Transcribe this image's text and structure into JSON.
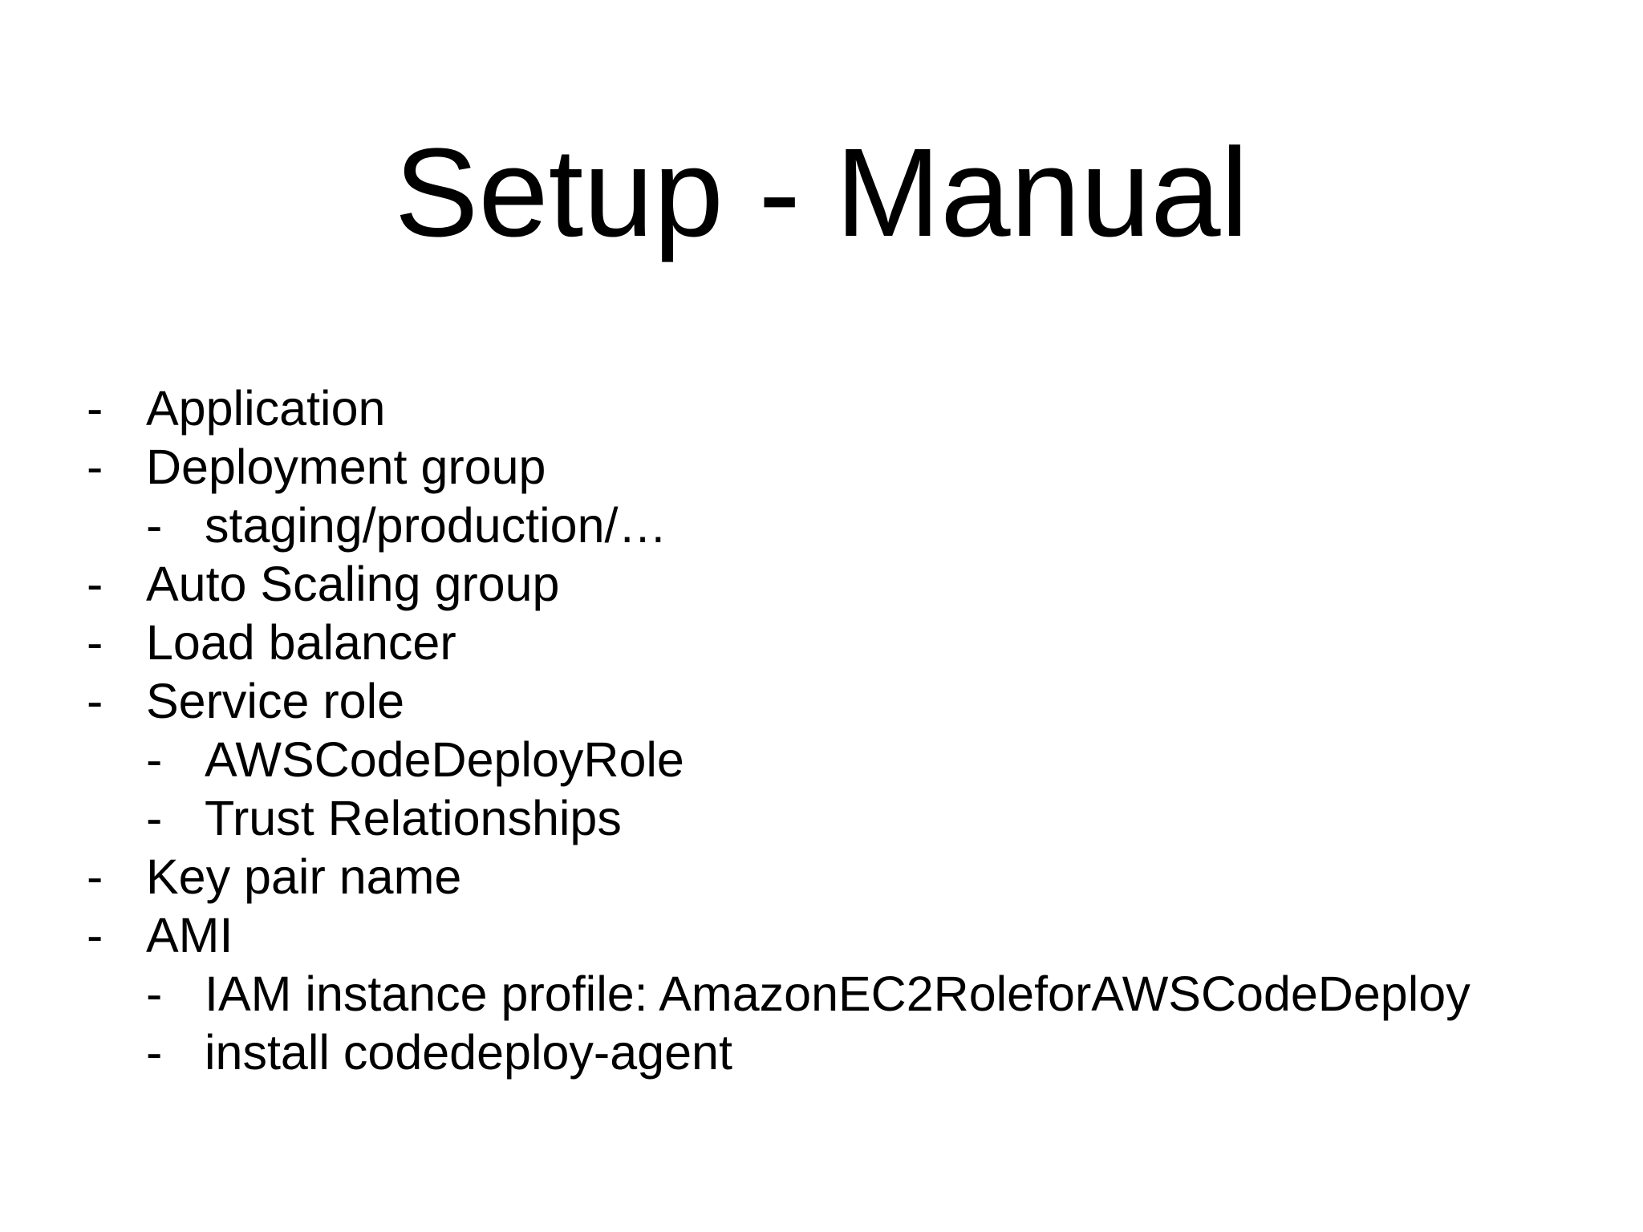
{
  "slide": {
    "title": "Setup - Manual",
    "background_color": "#ffffff",
    "text_color": "#000000"
  },
  "list": {
    "bullet": "-",
    "items": [
      {
        "level": 1,
        "text": "Application"
      },
      {
        "level": 1,
        "text": "Deployment group"
      },
      {
        "level": 2,
        "text": "staging/production/…"
      },
      {
        "level": 1,
        "text": "Auto Scaling group"
      },
      {
        "level": 1,
        "text": "Load balancer"
      },
      {
        "level": 1,
        "text": "Service role"
      },
      {
        "level": 2,
        "text": "AWSCodeDeployRole"
      },
      {
        "level": 2,
        "text": "Trust Relationships"
      },
      {
        "level": 1,
        "text": "Key pair name"
      },
      {
        "level": 1,
        "text": "AMI"
      },
      {
        "level": 2,
        "text": "IAM instance profile: AmazonEC2RoleforAWSCodeDeploy"
      },
      {
        "level": 2,
        "text": "install codedeploy-agent"
      }
    ]
  }
}
